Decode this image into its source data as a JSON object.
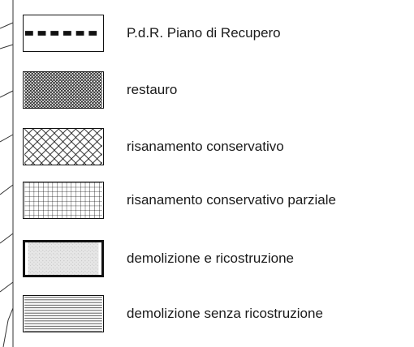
{
  "legend": {
    "items": [
      {
        "label": "P.d.R. Piano di Recupero",
        "swatch": "dashed-line"
      },
      {
        "label": "restauro",
        "swatch": "fine-crosshatch"
      },
      {
        "label": "risanamento conservativo",
        "swatch": "coarse-diagonal-crosshatch"
      },
      {
        "label": "risanamento conservativo parziale",
        "swatch": "square-grid"
      },
      {
        "label": "demolizione e ricostruzione",
        "swatch": "light-stipple"
      },
      {
        "label": "demolizione senza ricostruzione",
        "swatch": "horizontal-lines"
      }
    ]
  },
  "colors": {
    "line": "#111111",
    "stipple": "#d8d8d8"
  }
}
